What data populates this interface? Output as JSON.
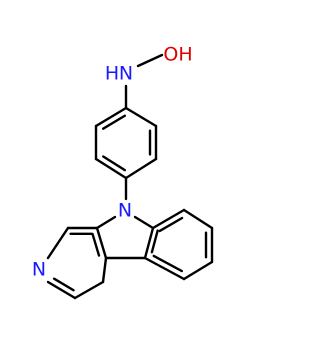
{
  "molecule": {
    "atoms": {
      "hydroxylamine_h": "H",
      "hydroxylamine_n": "N",
      "hydroxyl_oh": "OH",
      "indole_n": "N",
      "pyridine_n": "N"
    }
  },
  "colors": {
    "bond": "#000000",
    "nitrogen": "#1a1aff",
    "oxygen": "#e00000"
  }
}
